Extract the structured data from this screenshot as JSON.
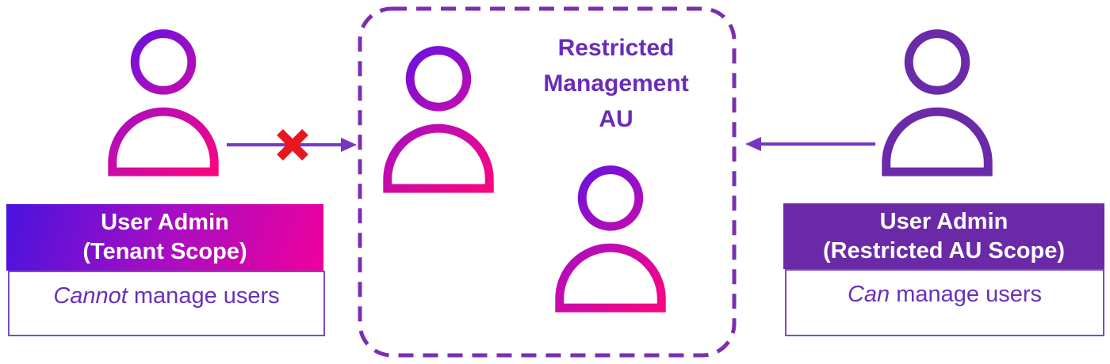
{
  "diagram": {
    "center": {
      "title_line1": "Restricted",
      "title_line2": "Management",
      "title_line3": "AU"
    },
    "left": {
      "badge_line1": "User Admin",
      "badge_line2": "(Tenant Scope)",
      "note_emphasis": "Cannot",
      "note_rest": " manage users"
    },
    "right": {
      "badge_line1": "User Admin",
      "badge_line2": "(Restricted AU Scope)",
      "note_emphasis": "Can",
      "note_rest": " manage users"
    }
  },
  "colors": {
    "accent_text_purple": "#6A2CB8",
    "dashed_border": "#7B2FB0",
    "arrow_purple": "#7438C3",
    "cross_red": "#E8171E",
    "left_badge_gradient_start": "#4813DF",
    "left_badge_gradient_mid": "#A90DC2",
    "left_badge_gradient_end": "#EF009C",
    "right_badge_background": "#6A2AA7",
    "icon_gradient_start": "#6011E5",
    "icon_gradient_mid": "#BE0CB2",
    "icon_gradient_end": "#FC057E",
    "right_icon_purple": "#6B2AA8",
    "note_border": "#7C4BC4",
    "note_text": "#6930B8",
    "badge_text": "#FFFFFF"
  }
}
